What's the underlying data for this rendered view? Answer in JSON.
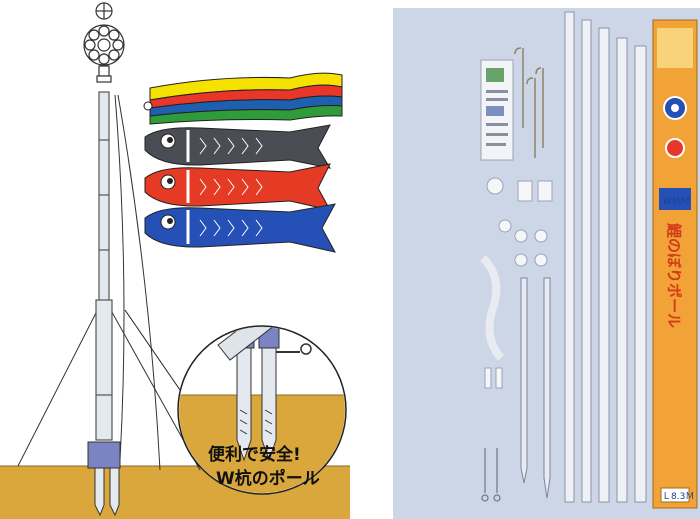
{
  "illustration": {
    "callout_line1": "便利で安全!",
    "callout_line2": "W杭のポール",
    "colors": {
      "ground": "#d9a73c",
      "pole": "#dfe3ea",
      "streamer_yellow": "#f6e200",
      "streamer_red": "#e8362a",
      "streamer_blue": "#1f5fb0",
      "streamer_green": "#2f9b3a",
      "koi_black": "#4a4d54",
      "koi_red": "#e53a24",
      "koi_blue": "#2550b5",
      "bracket": "#7b83c2"
    }
  },
  "photo": {
    "box_title": "鯉のぼりポール",
    "box_subtitle": "Ｗ杭付",
    "box_code": "Ｌ8.3Ｍ",
    "background": "#cdd6e7"
  }
}
